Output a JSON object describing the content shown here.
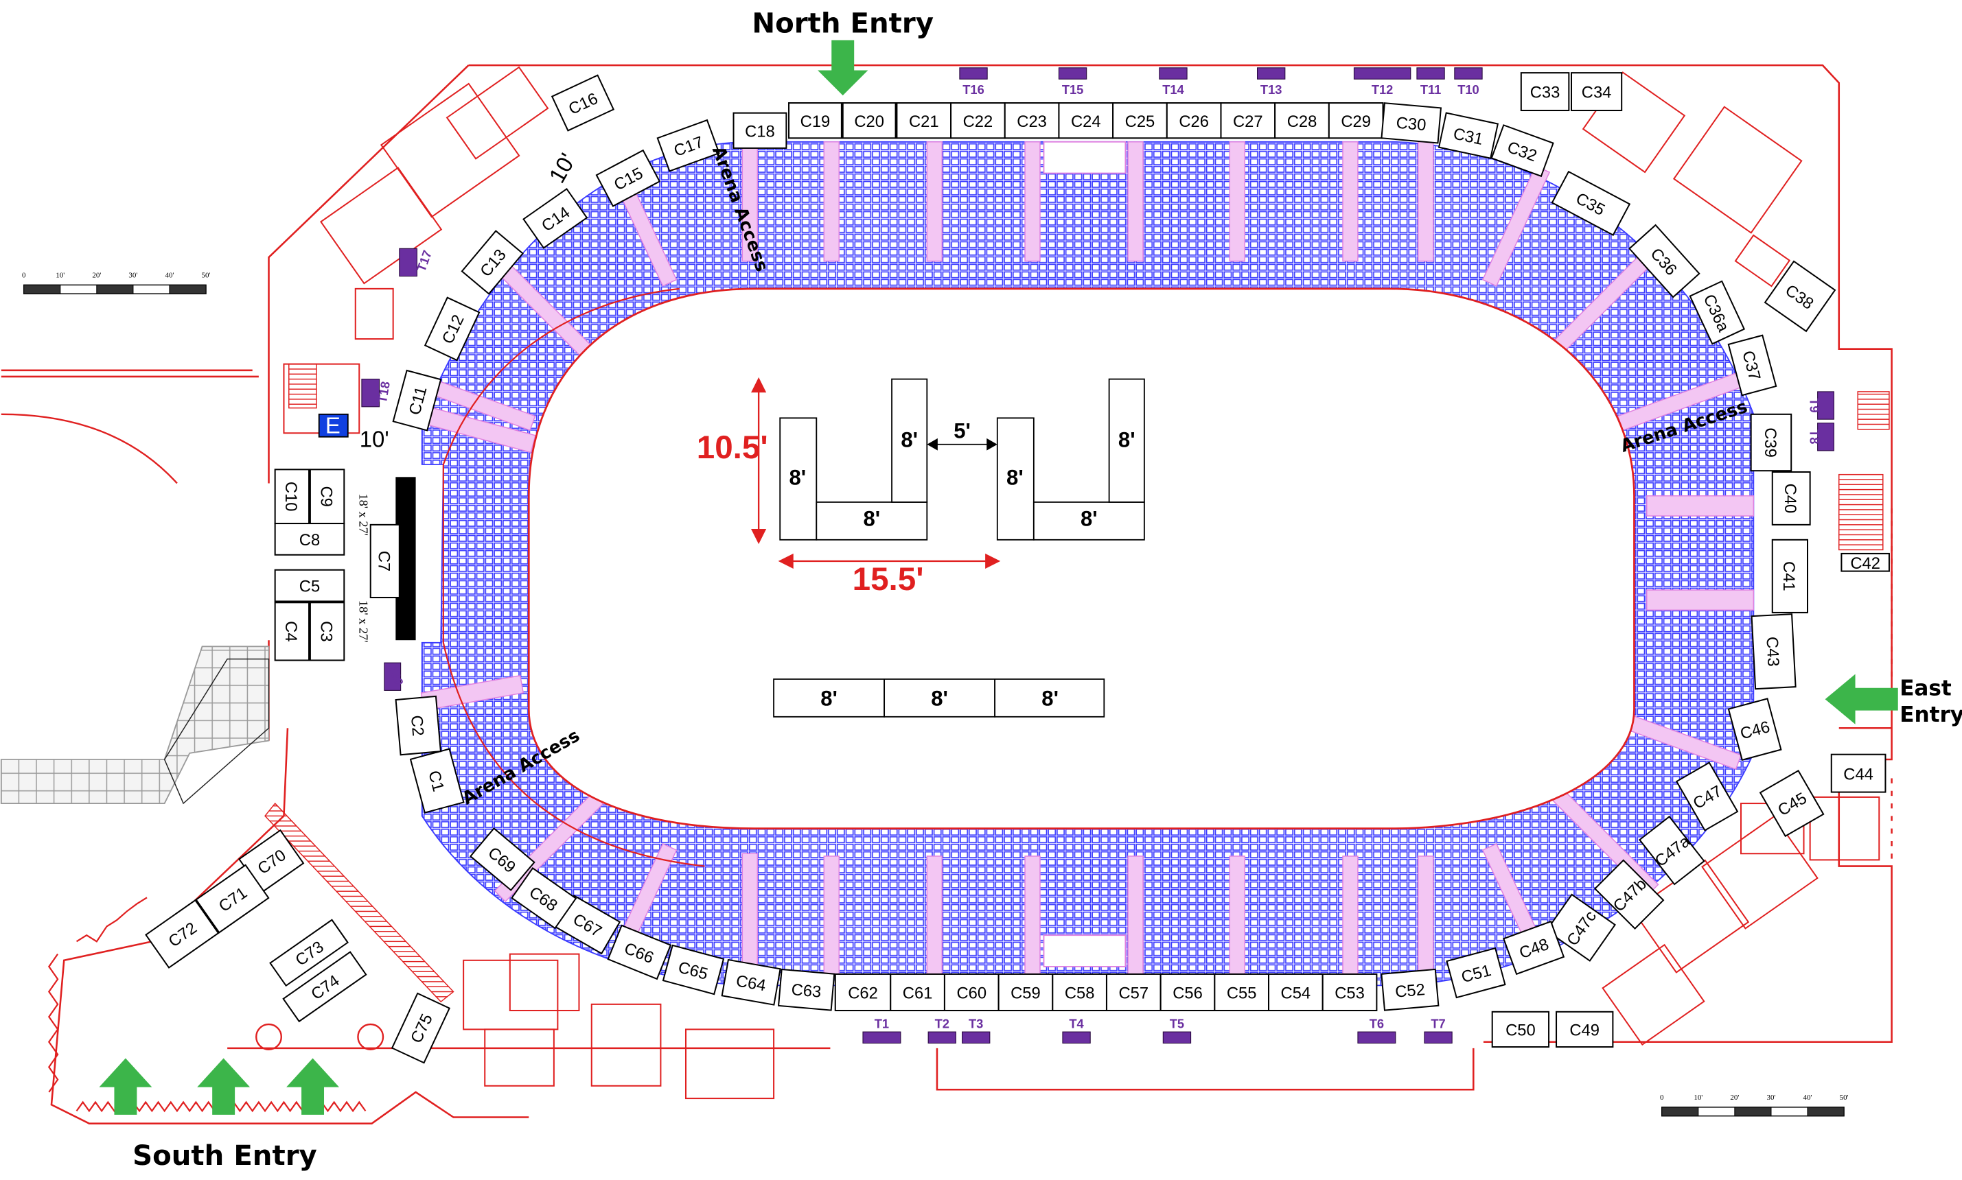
{
  "entries": {
    "north": "North Entry",
    "south": "South Entry",
    "east_line1": "East",
    "east_line2": "Entry"
  },
  "arena_access_label": "Arena Access",
  "colors": {
    "wall": "#e02020",
    "seat": "#3a3aff",
    "aisle": "#e080e0",
    "entry_arrow": "#3cb54a",
    "table_marker": "#6a2fa0",
    "elevator": "#1040e0",
    "dimension": "#e02020"
  },
  "booths": {
    "north_row": [
      "C18",
      "C19",
      "C20",
      "C21",
      "C22",
      "C23",
      "C24",
      "C25",
      "C26",
      "C27",
      "C28",
      "C29"
    ],
    "south_row": [
      "C62",
      "C61",
      "C60",
      "C59",
      "C58",
      "C57",
      "C56",
      "C55",
      "C54",
      "C53",
      "C52"
    ],
    "other": [
      "C1",
      "C2",
      "C3",
      "C4",
      "C5",
      "C7",
      "C8",
      "C9",
      "C10",
      "C11",
      "C12",
      "C13",
      "C14",
      "C15",
      "C16",
      "C17",
      "C30",
      "C31",
      "C32",
      "C33",
      "C34",
      "C35",
      "C36",
      "C36a",
      "C37",
      "C38",
      "C39",
      "C40",
      "C41",
      "C42",
      "C43",
      "C44",
      "C45",
      "C46",
      "C47",
      "C47a",
      "C47b",
      "C47c",
      "C48",
      "C49",
      "C50",
      "C51",
      "C63",
      "C64",
      "C65",
      "C66",
      "C67",
      "C68",
      "C69",
      "C70",
      "C71",
      "C72",
      "C73",
      "C74",
      "C75"
    ]
  },
  "tables": [
    "T1",
    "T2",
    "T3",
    "T4",
    "T5",
    "T6",
    "T7",
    "T8",
    "T9",
    "T10",
    "T11",
    "T12",
    "T13",
    "T14",
    "T15",
    "T16",
    "T17",
    "T18",
    "T20"
  ],
  "elevator_label": "E",
  "dimensions": {
    "pen_height": "10.5'",
    "pen_width": "15.5'",
    "pen_gap": "5'",
    "panel": "8'",
    "booth_size": "18' x 27'",
    "corridor": "10'"
  },
  "scale_bar": [
    "0",
    "10'",
    "20'",
    "30'",
    "40'",
    "50'"
  ]
}
